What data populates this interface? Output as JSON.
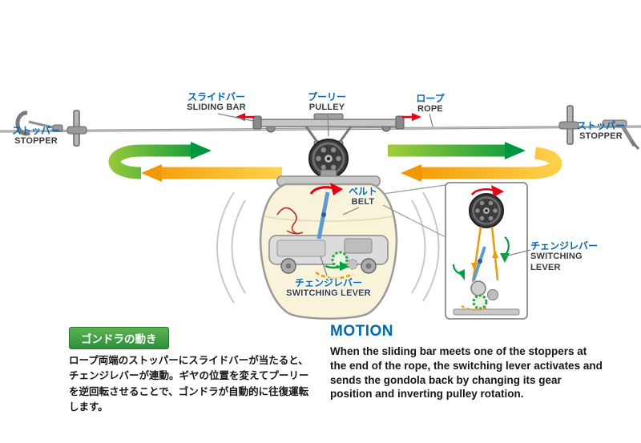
{
  "colors": {
    "label_blue": "#0068b7",
    "arrow_green": "#009640",
    "arrow_orange": "#f39800",
    "accent_red": "#e60012",
    "badge_green": "#3a9a3f"
  },
  "labels": {
    "sliding_bar_jp": "スライドバー",
    "sliding_bar_en": "SLIDING BAR",
    "pulley_jp": "プーリー",
    "pulley_en": "PULLEY",
    "rope_jp": "ロープ",
    "rope_en": "ROPE",
    "stopper_left_jp": "ストッパー",
    "stopper_left_en": "STOPPER",
    "stopper_right_jp": "ストッパー",
    "stopper_right_en": "STOPPER",
    "belt_jp": "ベルト",
    "belt_en": "BELT",
    "switching_lever_jp": "チェンジレバー",
    "switching_lever_en": "SWITCHING LEVER",
    "inset_lever_jp": "チェンジレバー",
    "inset_lever_en1": "SWITCHING",
    "inset_lever_en2": "LEVER"
  },
  "footer": {
    "jp_heading": "ゴンドラの動き",
    "jp_body": "ロープ両端のストッパーにスライドバーが当たると、チェンジレバーが連動。ギヤの位置を変えてプーリーを逆回転させることで、ゴンドラが自動的に往復運転します。",
    "en_heading": "MOTION",
    "en_body": "When the sliding bar meets one of the stoppers at the end of the rope, the switching lever activates and sends the gondola back by changing its gear position and inverting pulley rotation."
  }
}
